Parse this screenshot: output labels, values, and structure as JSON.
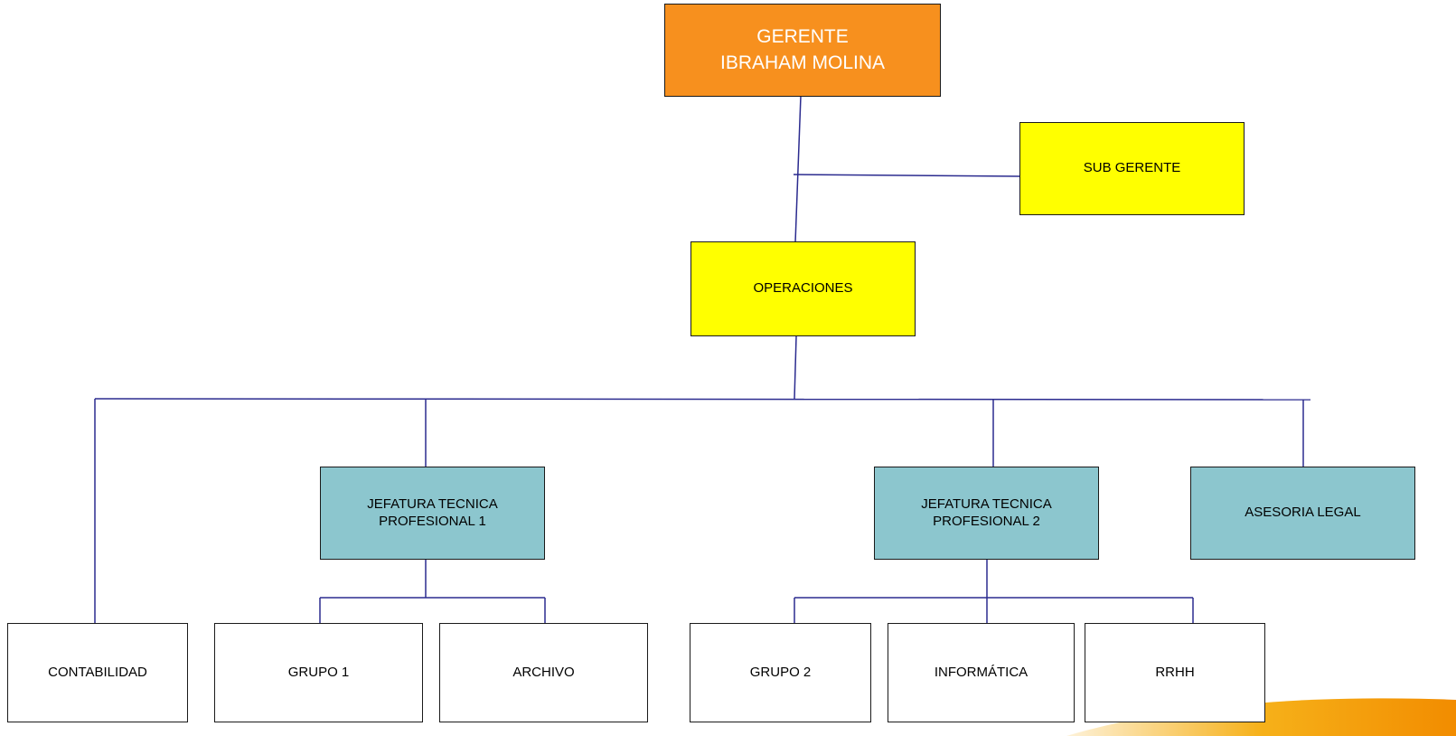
{
  "nodes": {
    "gerente": {
      "lines": [
        "GERENTE",
        "IBRAHAM MOLINA"
      ]
    },
    "sub_gerente": {
      "label": "SUB GERENTE"
    },
    "operaciones": {
      "label": "OPERACIONES"
    },
    "jefatura_1": {
      "lines": [
        "JEFATURA TECNICA",
        "PROFESIONAL 1"
      ]
    },
    "jefatura_2": {
      "lines": [
        "JEFATURA TECNICA",
        "PROFESIONAL 2"
      ]
    },
    "asesoria_legal": {
      "label": "ASESORIA LEGAL"
    },
    "contabilidad": {
      "label": "CONTABILIDAD"
    },
    "grupo_1": {
      "label": "GRUPO 1"
    },
    "archivo": {
      "label": "ARCHIVO"
    },
    "grupo_2": {
      "label": "GRUPO 2"
    },
    "informatica": {
      "label": "INFORMÁTICA"
    },
    "rrhh": {
      "label": "RRHH"
    }
  },
  "colors": {
    "gerente": "#f7901e",
    "staff": "#ffff00",
    "jefaturas": "#8cc6ce",
    "units": "#ffffff",
    "connectors": "#2b2b8f",
    "decor": "#f5a800"
  }
}
